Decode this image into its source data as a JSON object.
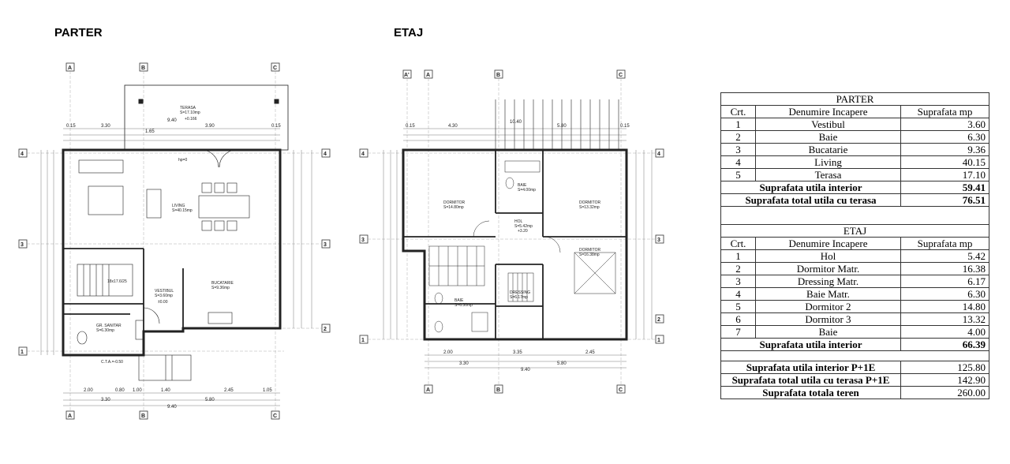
{
  "titles": {
    "parter": "PARTER",
    "etaj": "ETAJ"
  },
  "parter_plan": {
    "axes_cols": [
      "A",
      "B",
      "C"
    ],
    "axes_rows": [
      "4",
      "3",
      "2",
      "1"
    ],
    "rooms": {
      "terasa": "TERASA\nS=17.10mp",
      "terasa_level": "+0.166",
      "living": "LIVING\nS=40.15mp",
      "bucatarie": "BUCATARIE\nS=9.36mp",
      "vestibul": "VESTIBUL\nS=3.60mp",
      "vestibul_level": "±0.00",
      "gr_sanitar": "GR. SANITAR\nS=6.30mp",
      "cta": "C.T.A.=-0.50",
      "hp_living": "hp=0",
      "stairs": "18x17.6/25"
    },
    "dims_top": [
      "0.15",
      "3.30",
      "1.65",
      "3.90",
      "0.15"
    ],
    "dims_top_total": "9.40",
    "dims_bottom_1": [
      "2.00",
      "0.80",
      "1.00",
      "1.40",
      "2.45",
      "1.05"
    ],
    "dims_bottom_2": [
      "3.30",
      "5.80"
    ],
    "dims_bottom_total": "9.40"
  },
  "etaj_plan": {
    "axes_cols": [
      "A'",
      "A",
      "B",
      "C"
    ],
    "axes_rows": [
      "4",
      "3",
      "2",
      "1"
    ],
    "rooms": {
      "dormitor_matr": "DORMITOR\nS=14.80mp",
      "baie": "BAIE\nS=4.00mp",
      "dormitor3": "DORMITOR\nS=13.32mp",
      "hol": "HOL\nS=5.42mp",
      "hol_level": "+3.20",
      "dormitor_bottom": "DORMITOR\nS=16.38mp",
      "dressing": "DRESSING\nS=6.17mp",
      "baie_matr": "BAIE\nS=6.30mp"
    },
    "dims_top": [
      "0.15",
      "4.30",
      "5.80",
      "0.15"
    ],
    "dims_top_total": "10.40",
    "dims_bottom_1": [
      "2.00",
      "3.35",
      "2.45"
    ],
    "dims_bottom_2": [
      "3.30",
      "5.80"
    ],
    "dims_bottom_total": "9.40"
  },
  "table": {
    "parter": {
      "title": "PARTER",
      "headers": [
        "Crt.",
        "Denumire Incapere",
        "Suprafata mp"
      ],
      "rows": [
        [
          "1",
          "Vestibul",
          "3.60"
        ],
        [
          "2",
          "Baie",
          "6.30"
        ],
        [
          "3",
          "Bucatarie",
          "9.36"
        ],
        [
          "4",
          "Living",
          "40.15"
        ],
        [
          "5",
          "Terasa",
          "17.10"
        ]
      ],
      "total_interior_label": "Suprafata utila interior",
      "total_interior_value": "59.41",
      "total_terasa_label": "Suprafata total utila cu terasa",
      "total_terasa_value": "76.51"
    },
    "etaj": {
      "title": "ETAJ",
      "headers": [
        "Crt.",
        "Denumire Incapere",
        "Suprafata mp"
      ],
      "rows": [
        [
          "1",
          "Hol",
          "5.42"
        ],
        [
          "2",
          "Dormitor Matr.",
          "16.38"
        ],
        [
          "3",
          "Dressing Matr.",
          "6.17"
        ],
        [
          "4",
          "Baie Matr.",
          "6.30"
        ],
        [
          "5",
          "Dormitor 2",
          "14.80"
        ],
        [
          "6",
          "Dormitor 3",
          "13.32"
        ],
        [
          "7",
          "Baie",
          "4.00"
        ]
      ],
      "total_interior_label": "Suprafata utila interior",
      "total_interior_value": "66.39"
    },
    "summary": [
      [
        "Suprafata utila interior P+1E",
        "125.80"
      ],
      [
        "Suprafata total utila cu terasa P+1E",
        "142.90"
      ],
      [
        "Suprafata totala teren",
        "260.00"
      ]
    ]
  }
}
